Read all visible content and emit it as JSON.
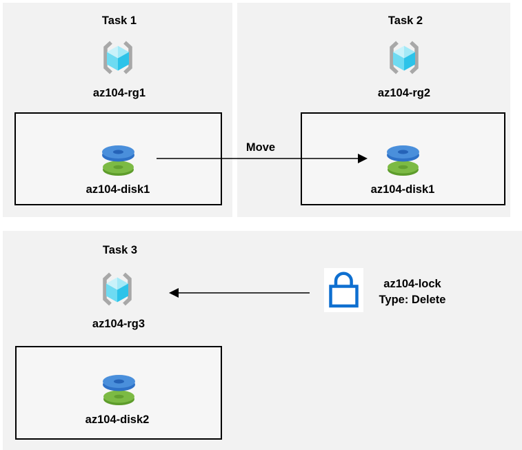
{
  "diagram": {
    "panels": [
      {
        "id": "task1",
        "title": "Task 1",
        "resource_group": "az104-rg1",
        "disk": "az104-disk1"
      },
      {
        "id": "task2",
        "title": "Task 2",
        "resource_group": "az104-rg2",
        "disk": "az104-disk1"
      },
      {
        "id": "task3",
        "title": "Task 3",
        "resource_group": "az104-rg3",
        "disk": "az104-disk2"
      }
    ],
    "move_arrow_label": "Move",
    "lock": {
      "name": "az104-lock",
      "type_line": "Type: Delete"
    },
    "icons": {
      "resource_group": "azure-resource-group-icon",
      "disk": "azure-managed-disk-icon",
      "lock": "lock-icon"
    },
    "colors": {
      "panel_bg": "#f2f2f2",
      "box_bg": "#f6f6f6",
      "box_border": "#000000",
      "arrow": "#000000",
      "text": "#000000",
      "lock_blue": "#0e6fd0",
      "disk_blue_top": "#4a8fdb",
      "disk_blue_side": "#2e71c7",
      "disk_blue_hole": "#2563b8",
      "disk_green_top": "#7cba44",
      "disk_green_side": "#5d9c2b",
      "disk_green_hole": "#639f30",
      "cube_cyan_light": "#c9f2fa",
      "cube_cyan": "#a3e9f7",
      "cube_cyan_mid": "#6edbf2",
      "cube_cyan_dark": "#2cc3e9",
      "bracket_gray": "#a8a8a8"
    }
  }
}
